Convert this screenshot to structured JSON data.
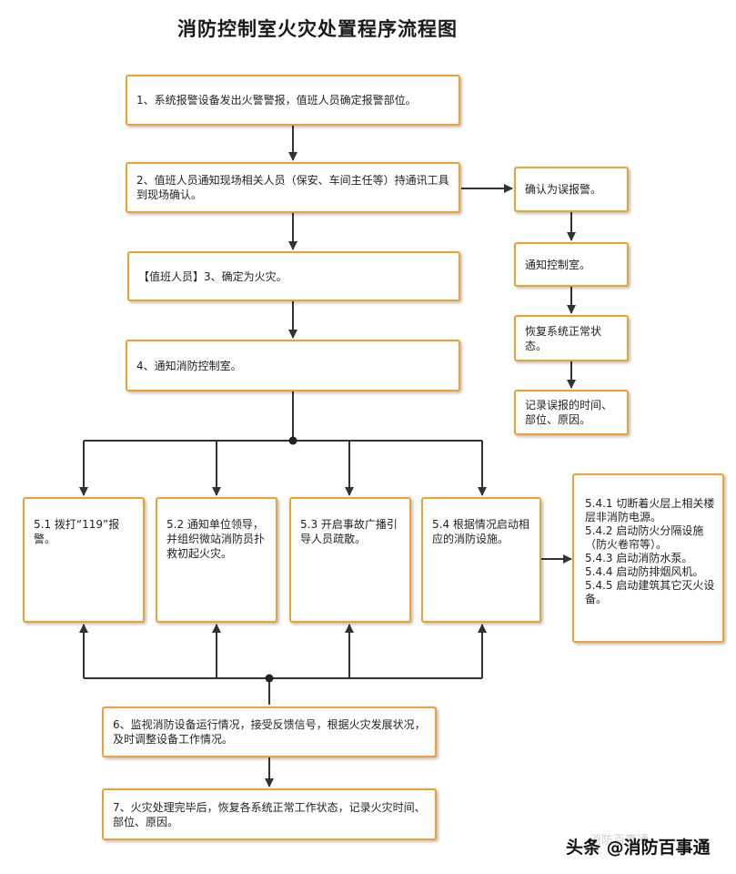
{
  "title": "消防控制室火灾处置程序流程图",
  "steps": {
    "s1": "1、系统报警设备发出火警警报，值班人员确定报警部位。",
    "s2": "2、值班人员通知现场相关人员（保安、车间主任等）持通讯工具到现场确认。",
    "s3": "【值班人员】3、确定为火灾。",
    "s4": "4、通知消防控制室。",
    "s51": "5.1 拨打“119”报警。",
    "s52": "5.2 通知单位领导，并组织微站消防员扑救初起火灾。",
    "s53": "5.3 开启事故广播引导人员疏散。",
    "s54": "5.4 根据情况启动相应的消防设施。",
    "s6": "6、监视消防设备运行情况，接受反馈信号，根据火灾发展状况，及时调整设备工作情况。",
    "s7": "7、火灾处理完毕后，恢复各系统正常工作状态，记录火灾时间、部位、原因。"
  },
  "side_branch": {
    "r1": "确认为误报警。",
    "r2": "通知控制室。",
    "r3": "恢复系统正常状态。",
    "r4": "记录误报的时间、部位、原因。"
  },
  "sub_actions": [
    "5.4.1 切断着火层上相关楼层非消防电源。",
    "5.4.2 启动防火分隔设施（防火卷帘等）。",
    "5.4.3 启动消防水泵。",
    "5.4.4 启动防排烟风机。",
    "5.4.5 启动建筑其它灭火设备。"
  ],
  "watermark": "头条 @消防百事通",
  "watermark_faint": "消防百事通",
  "colors": {
    "box_border": "#f0a030",
    "line": "#333333"
  }
}
